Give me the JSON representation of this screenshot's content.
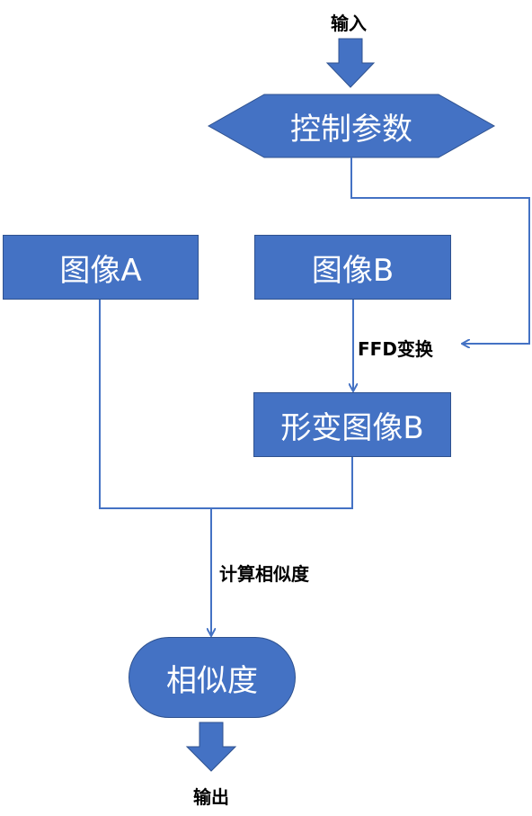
{
  "colors": {
    "node_fill": "#4472c4",
    "node_stroke": "#2f528f",
    "connector": "#4472c4",
    "node_text": "#ffffff",
    "label_text": "#000000"
  },
  "labels": {
    "input": "输入",
    "output": "输出",
    "ffd_transform": "FFD变换",
    "compute_similarity": "计算相似度"
  },
  "nodes": {
    "control_params": "控制参数",
    "image_a": "图像A",
    "image_b": "图像B",
    "deformed_image_b": "形变图像B",
    "similarity": "相似度"
  }
}
